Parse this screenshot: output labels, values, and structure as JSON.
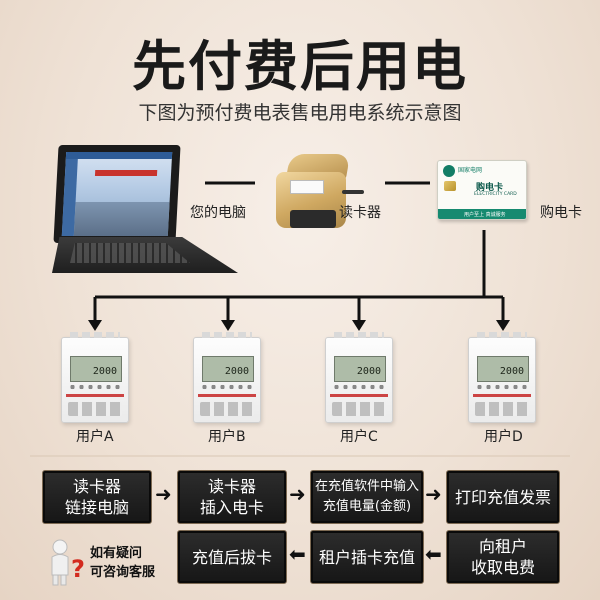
{
  "header": {
    "title": "先付费后用电",
    "subtitle": "下图为预付费电表售电用电系统示意图"
  },
  "devices": {
    "computer_label": "您的电脑",
    "reader_label": "读卡器",
    "card_label": "购电卡"
  },
  "card": {
    "org": "国家电网",
    "name": "购电卡",
    "name_en": "ELECTRICITY CARD",
    "stripe_text": "用户至上 真诚服务"
  },
  "meter": {
    "reading": "2000"
  },
  "users": [
    {
      "label": "用户A"
    },
    {
      "label": "用户B"
    },
    {
      "label": "用户C"
    },
    {
      "label": "用户D"
    }
  ],
  "steps": {
    "row1": [
      {
        "line1": "读卡器",
        "line2": "链接电脑"
      },
      {
        "line1": "读卡器",
        "line2": "插入电卡"
      },
      {
        "line1": "在充值软件中输入",
        "line2": "充值电量(金额)"
      },
      {
        "line1": "打印充值发票",
        "line2": ""
      }
    ],
    "row2": [
      {
        "line1": "充值后拔卡",
        "line2": ""
      },
      {
        "line1": "租户插卡充值",
        "line2": ""
      },
      {
        "line1": "向租户",
        "line2": "收取电费"
      }
    ]
  },
  "hint": {
    "line1": "如有疑问",
    "line2": "可咨询客服"
  },
  "colors": {
    "box_bg": "#1c1c1c",
    "box_border": "#7d6a53",
    "card_green": "#168a70"
  }
}
